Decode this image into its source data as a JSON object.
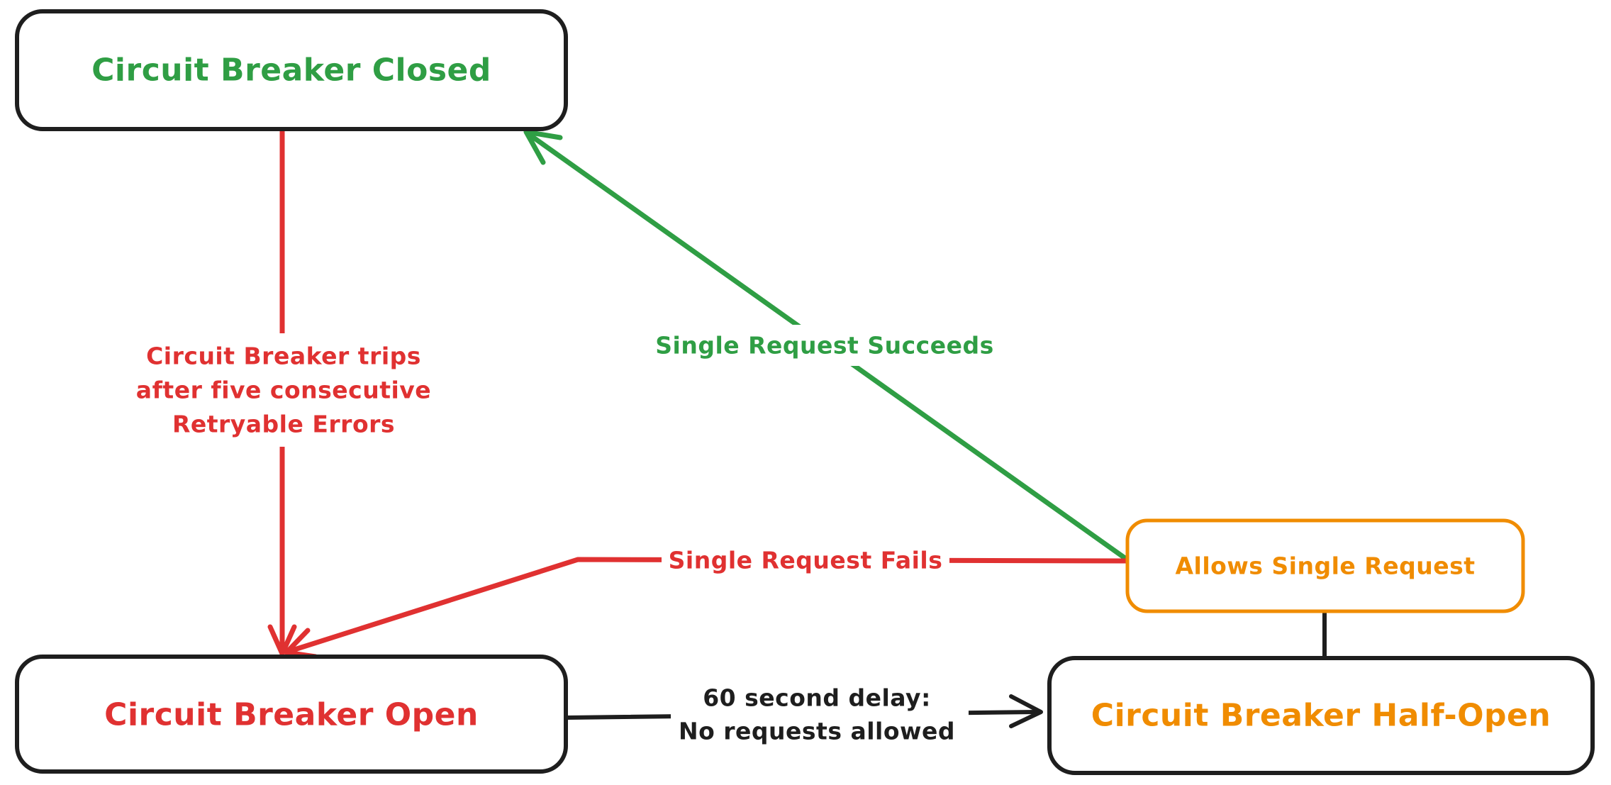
{
  "palette": {
    "black": "#1e1e1e",
    "red": "#e03131",
    "green": "#2f9e44",
    "orange": "#f08c00",
    "background": "#ffffff"
  },
  "nodes": {
    "closed": {
      "label": "Circuit Breaker Closed",
      "text_color": "#2f9e44",
      "border_color": "#1e1e1e"
    },
    "open": {
      "label": "Circuit Breaker Open",
      "text_color": "#e03131",
      "border_color": "#1e1e1e"
    },
    "half_open": {
      "label": "Circuit Breaker Half-Open",
      "text_color": "#f08c00",
      "border_color": "#1e1e1e"
    },
    "allows": {
      "label": "Allows Single Request",
      "text_color": "#f08c00",
      "border_color": "#f08c00"
    }
  },
  "edges": {
    "trip": {
      "from": "closed",
      "to": "open",
      "color": "#e03131",
      "label_lines": [
        "Circuit Breaker trips",
        "after five consecutive",
        "Retryable Errors"
      ]
    },
    "succeeds": {
      "from": "allows",
      "to": "closed",
      "color": "#2f9e44",
      "label": "Single Request Succeeds"
    },
    "fails": {
      "from": "allows",
      "to": "open",
      "color": "#e03131",
      "label": "Single Request Fails"
    },
    "delay": {
      "from": "open",
      "to": "half_open",
      "color": "#1e1e1e",
      "label_lines": [
        "60 second delay:",
        "No requests allowed"
      ]
    },
    "probe_link": {
      "from": "allows",
      "to": "half_open",
      "color": "#1e1e1e",
      "label": ""
    }
  }
}
